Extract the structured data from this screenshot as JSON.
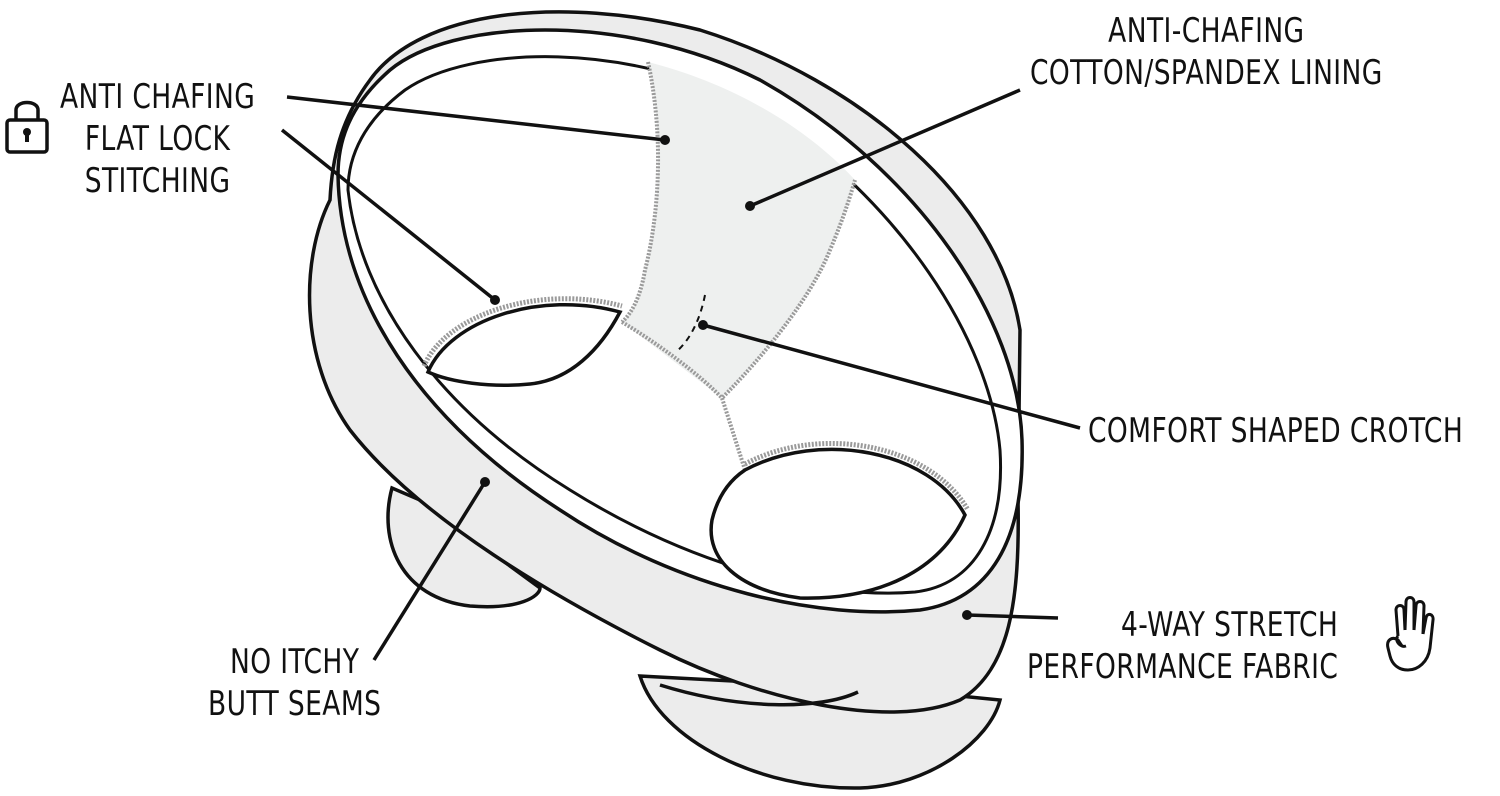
{
  "colors": {
    "outline": "#111111",
    "fabric": "#ececec",
    "lining": "#eef0ef",
    "stitch": "#9a9a9a",
    "background": "#ffffff"
  },
  "callouts": {
    "flat_lock": {
      "lines": [
        "ANTI CHAFING",
        "FLAT LOCK",
        "STITCHING"
      ],
      "icon": "lock-icon"
    },
    "lining": {
      "lines": [
        "ANTI-CHAFING",
        "COTTON/SPANDEX LINING"
      ]
    },
    "crotch": {
      "lines": [
        "COMFORT SHAPED CROTCH"
      ]
    },
    "stretch": {
      "lines": [
        "4-WAY STRETCH",
        "PERFORMANCE FABRIC"
      ],
      "icon": "hand-icon"
    },
    "seams": {
      "lines": [
        "NO ITCHY",
        "BUTT SEAMS"
      ]
    }
  }
}
